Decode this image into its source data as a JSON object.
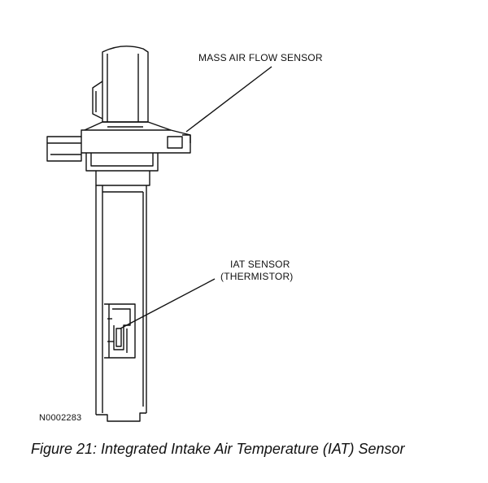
{
  "callouts": {
    "mass_air_flow": "MASS AIR FLOW SENSOR",
    "iat_line1": "IAT SENSOR",
    "iat_line2": "(THERMISTOR)"
  },
  "figure_code": "N0002283",
  "caption": "Figure 21: Integrated Intake Air Temperature (IAT) Sensor"
}
